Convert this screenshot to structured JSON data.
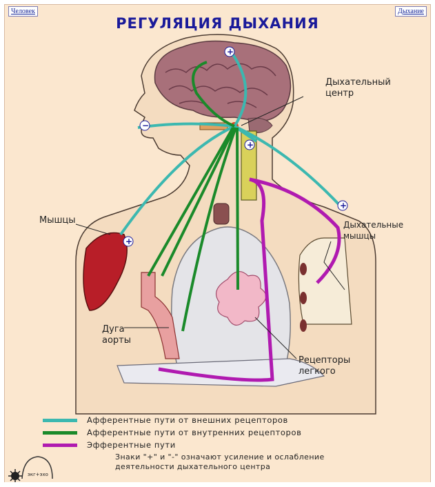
{
  "nav": {
    "left_link": "Человек",
    "right_link": "Дыхание"
  },
  "title": "РЕГУЛЯЦИЯ ДЫХАНИЯ",
  "labels": {
    "resp_center": "Дыхательный\nцентр",
    "muscles": "Мышцы",
    "resp_muscles": "Дыхательные\nмышцы",
    "aortic_arch": "Дуга\nаорты",
    "lung_receptors": "Рецепторы\nлегкого"
  },
  "signs": {
    "plus": "+",
    "minus": "−"
  },
  "legend": [
    {
      "text": "Афферентные пути от внешних рецепторов",
      "color": "#3cb8b0"
    },
    {
      "text": "Афферентные пути от внутренних рецепторов",
      "color": "#1a8a2a"
    },
    {
      "text": "Эфферентные пути",
      "color": "#b01ab0"
    }
  ],
  "note": "Знаки \"+\" и \"-\" означают усиление и ослабление\nдеятельности дыхательного центра",
  "logo_text": "экг+эхо",
  "colors": {
    "title": "#1a1a9a",
    "afferent_external": "#3cb8b0",
    "afferent_internal": "#1a8a2a",
    "efferent": "#b01ab0",
    "background": "#fbe7cf"
  }
}
